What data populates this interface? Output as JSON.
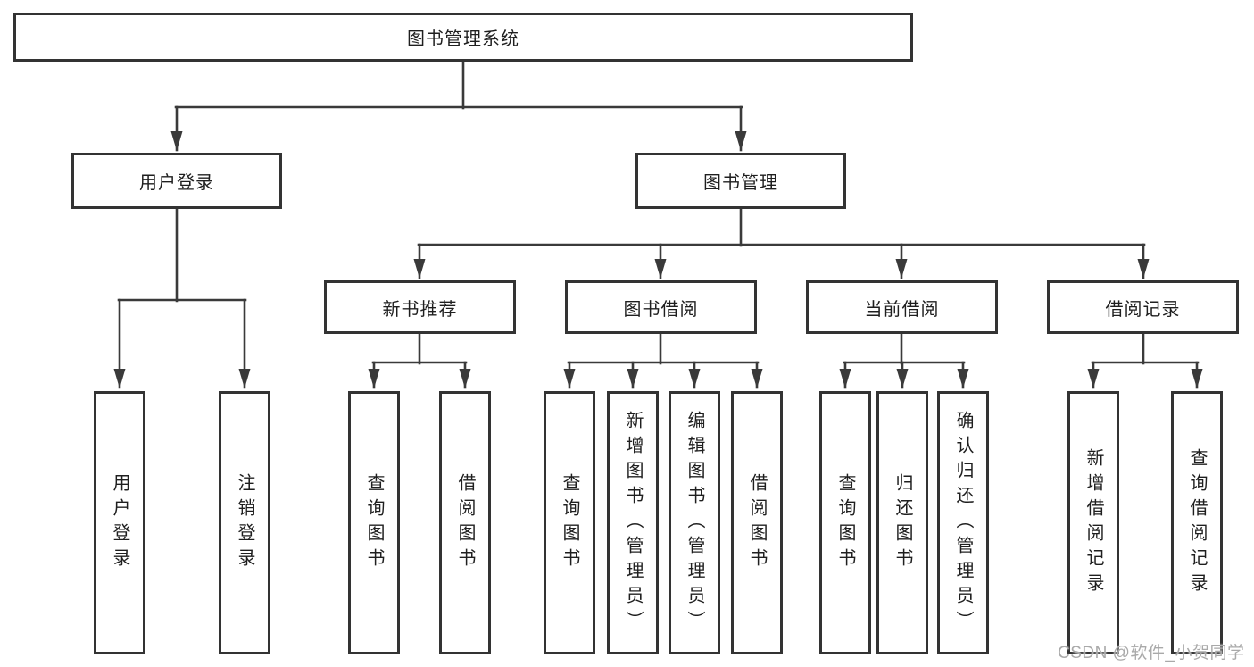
{
  "diagram": {
    "title": "图书管理系统",
    "root": {
      "label": "图书管理系统"
    },
    "branches": {
      "user_login": {
        "label": "用户登录"
      },
      "book_mgmt": {
        "label": "图书管理"
      }
    },
    "modules": [
      {
        "label": "新书推荐"
      },
      {
        "label": "图书借阅"
      },
      {
        "label": "当前借阅"
      },
      {
        "label": "借阅记录"
      }
    ],
    "leaves": [
      {
        "label": "用户登录"
      },
      {
        "label": "注销登录"
      },
      {
        "label": "查询图书"
      },
      {
        "label": "借阅图书"
      },
      {
        "label": "查询图书"
      },
      {
        "label": "新增图书（管理员）"
      },
      {
        "label": "编辑图书（管理员）"
      },
      {
        "label": "借阅图书"
      },
      {
        "label": "查询图书"
      },
      {
        "label": "归还图书"
      },
      {
        "label": "确认归还（管理员）"
      },
      {
        "label": "新增借阅记录"
      },
      {
        "label": "查询借阅记录"
      }
    ]
  },
  "watermark": {
    "text": "CSDN @软件_小贺同学"
  },
  "colors": {
    "line": "#3a3a3a",
    "box_border": "#333333",
    "text": "#1f1f1f",
    "watermark": "#a9a9a9",
    "background": "#ffffff"
  }
}
